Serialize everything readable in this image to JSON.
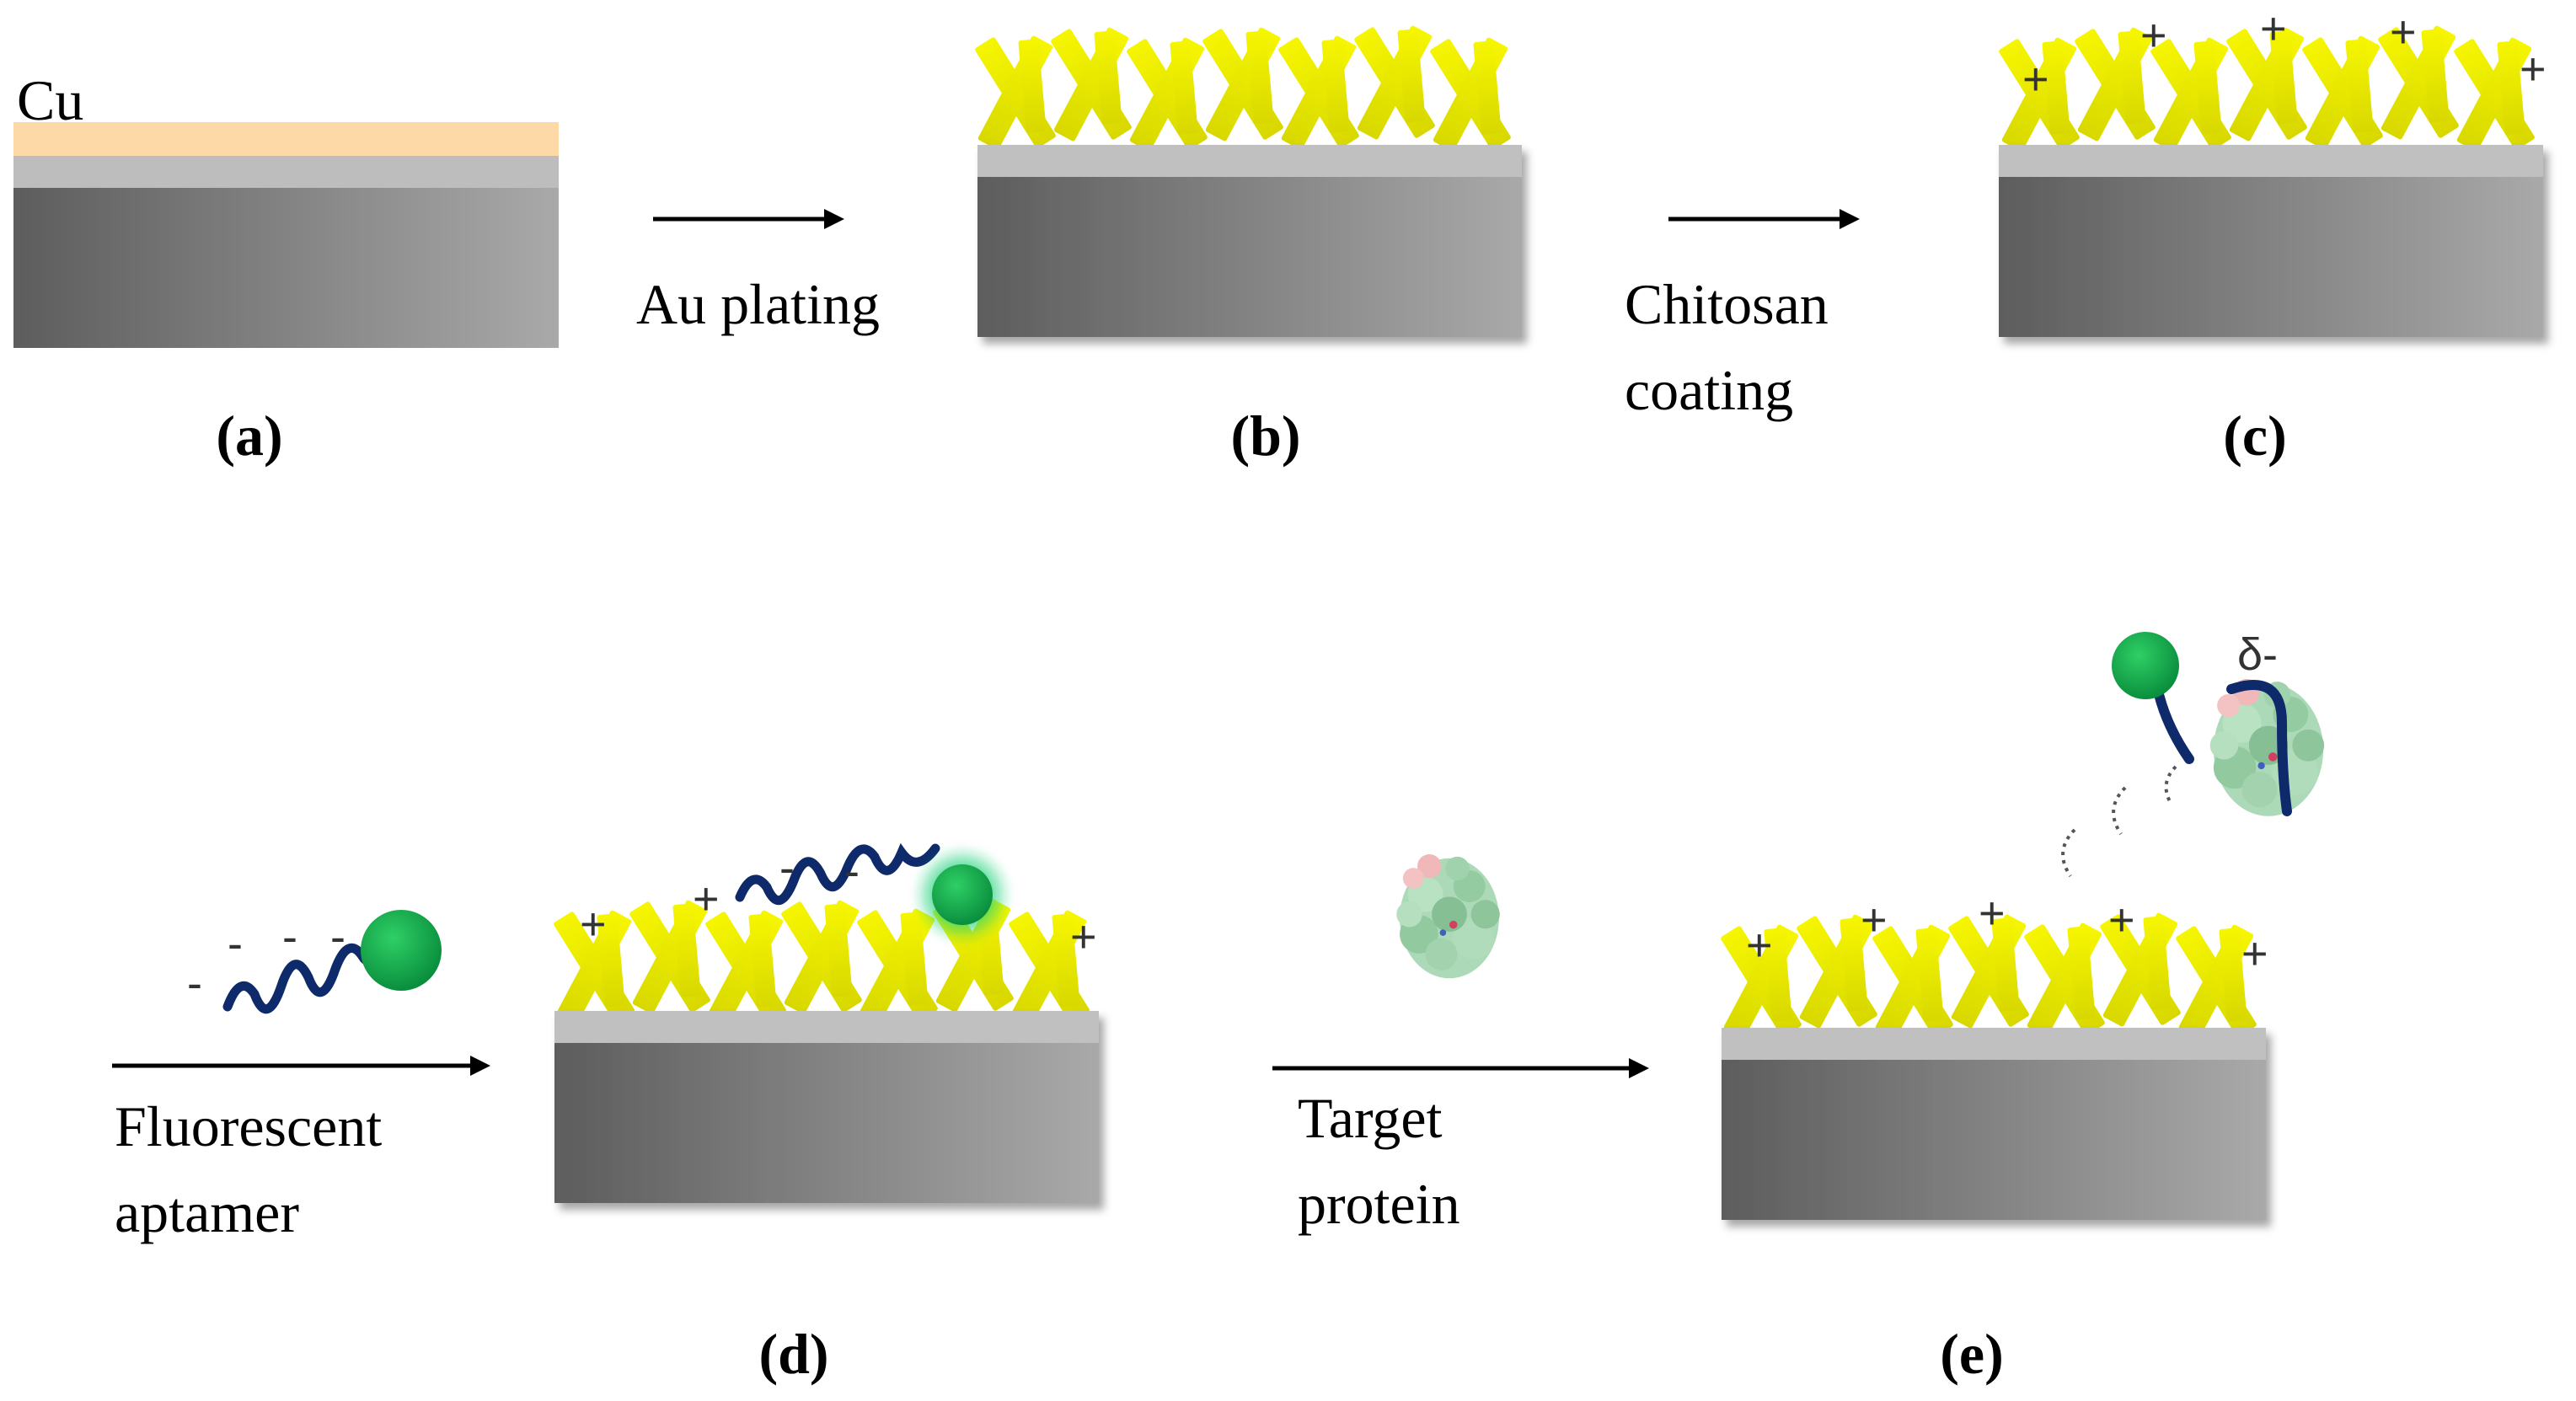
{
  "layers": {
    "cu_label": "Cu"
  },
  "steps": {
    "au_plating": "Au plating",
    "chitosan_line1": "Chitosan",
    "chitosan_line2": "coating",
    "aptamer_line1": "Fluorescent",
    "aptamer_line2": "aptamer",
    "target_line1": "Target",
    "target_line2": "protein"
  },
  "panels": {
    "a": "(a)",
    "b": "(b)",
    "c": "(c)",
    "d": "(d)",
    "e": "(e)"
  },
  "charges": {
    "positive": "+",
    "negative": "-",
    "partial_negative": "δ-"
  },
  "colors": {
    "copper": "#FDD9A8",
    "gold_nanostructure": "#E8E800",
    "fluorophore": "#0FA34A",
    "aptamer_strand": "#0E2A6B",
    "protein": "#9CCFA9"
  }
}
